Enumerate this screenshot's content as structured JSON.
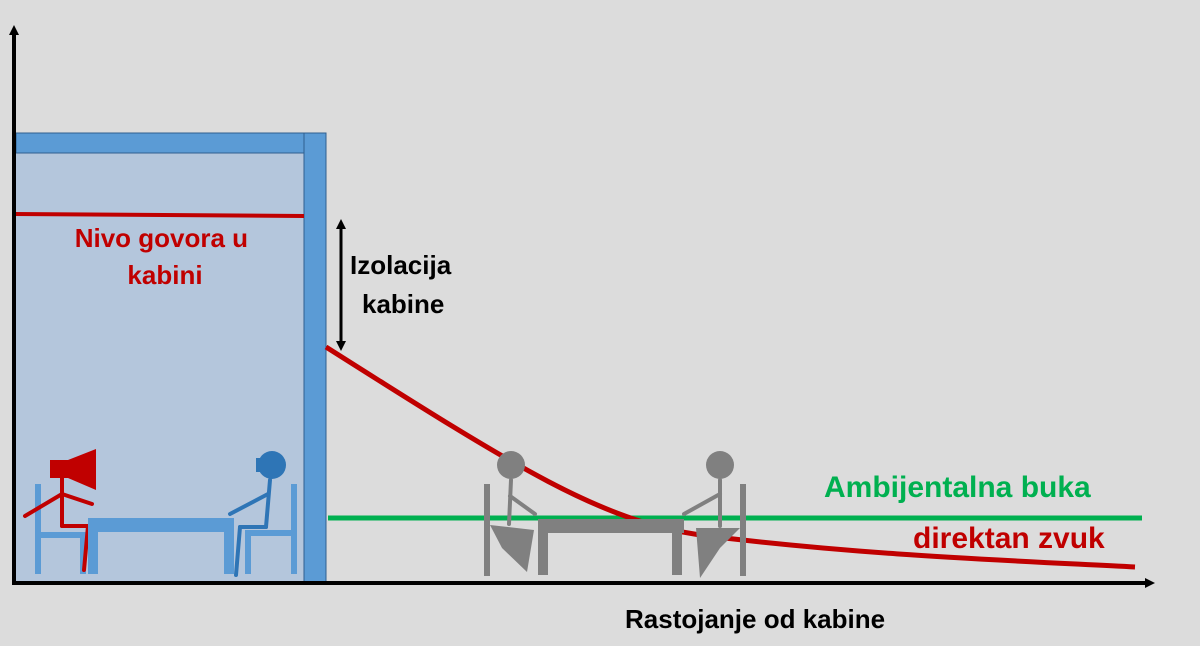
{
  "labels": {
    "speech_level": [
      "Nivo govora u",
      "kabini"
    ],
    "isolation": [
      "Izolacija",
      "kabine"
    ],
    "ambient_noise": "Ambijentalna buka",
    "direct_sound": "direktan zvuk",
    "x_axis": "Rastojanje od kabine"
  },
  "colors": {
    "background": "#dcdcdc",
    "booth_fill": "#b4c6dc",
    "booth_frame": "#5b9bd5",
    "speech_line": "#c00000",
    "ambient_line": "#00b050",
    "direct_curve": "#c00000",
    "isolation_arrow": "#000000",
    "speaker_figure": "#c00000",
    "listener_figure": "#2e75b6",
    "outside_figures": "#808080",
    "axis": "#000000"
  }
}
